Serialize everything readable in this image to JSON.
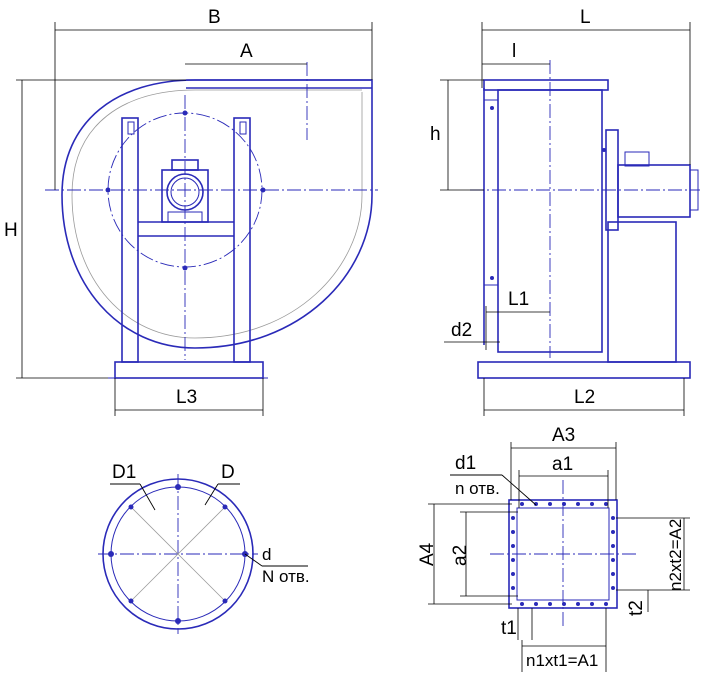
{
  "labels": {
    "B": "B",
    "A": "A",
    "H": "H",
    "L3": "L3",
    "L": "L",
    "l": "l",
    "h": "h",
    "L1": "L1",
    "d2": "d2",
    "L2": "L2",
    "D1": "D1",
    "D": "D",
    "d": "d",
    "N_holes": "N отв.",
    "A3": "A3",
    "d1": "d1",
    "n_holes": "n отв.",
    "a1": "a1",
    "A4": "A4",
    "a2": "a2",
    "n2t2": "n2xt2=A2",
    "t2": "t2",
    "t1": "t1",
    "n1t1": "n1xt1=A1"
  },
  "colors": {
    "outline": "#2a2ab8",
    "dimension": "#000000",
    "thin": "#9a9a9a"
  }
}
